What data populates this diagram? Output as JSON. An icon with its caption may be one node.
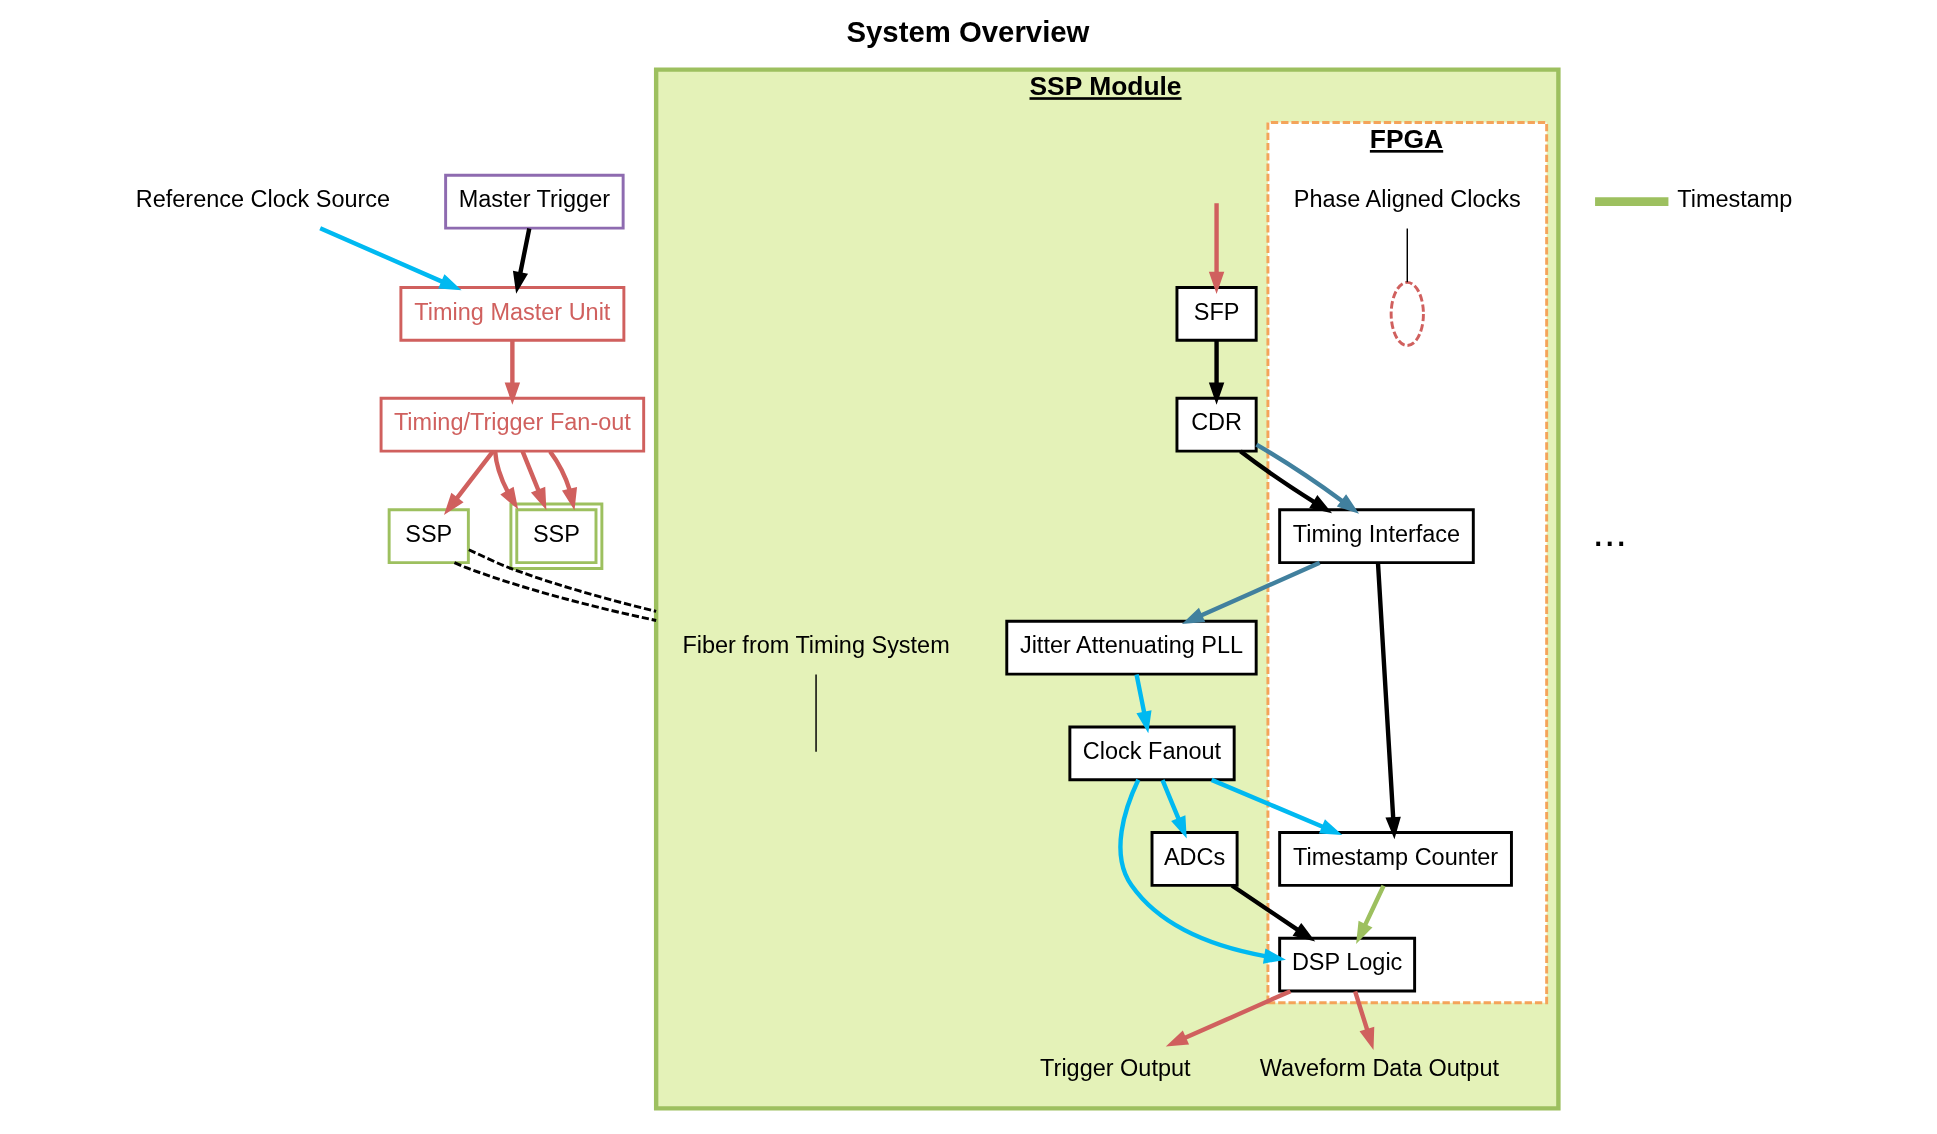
{
  "diagram": {
    "title": "System Overview",
    "nodes": [
      {
        "text": [
          "Reference Clock Source"
        ]
      },
      {
        "text": [
          "Timing Master Unit"
        ]
      },
      {
        "text": [
          "Master Trigger"
        ]
      },
      {
        "text": [
          "Timing/Trigger Fan-out"
        ]
      },
      {
        "text": [
          "SSP"
        ]
      },
      {
        "text": [
          "SSP"
        ]
      },
      {
        "text": [
          "SSP Module"
        ]
      },
      {
        "text": [
          "FPGA"
        ],
        "in": 6
      },
      {
        "text": [
          "Fiber from Timing System"
        ],
        "in": 6
      },
      {
        "text": [
          "SFP"
        ],
        "in": 6
      },
      {
        "text": [
          "CDR"
        ],
        "in": 6
      },
      {
        "text": [
          "Timing Interface"
        ],
        "in": 7
      },
      {
        "text": [
          "Timestamp Counter"
        ],
        "in": 7
      },
      {
        "text": [
          "DSP Logic"
        ],
        "in": 7
      },
      {
        "text": [
          "Jitter Attenuating PLL"
        ],
        "in": 6
      },
      {
        "text": [
          "Clock Fanout"
        ],
        "in": 6
      },
      {
        "text": [
          "ADCs"
        ],
        "in": 6
      },
      {
        "text": [
          "Trigger Output"
        ],
        "in": 6
      },
      {
        "text": [
          "Waveform Data Output"
        ],
        "in": 6
      },
      {
        "text": [
          "Phase Aligned Clocks"
        ],
        "in": 7
      },
      {
        "text": [],
        "shape": "ellipse",
        "in": 7
      }
    ],
    "edges": [
      {
        "from": 0,
        "to": 1,
        "arrow": "to",
        "color": "#00b9f1"
      },
      {
        "from": 2,
        "to": 1,
        "arrow": "to"
      },
      {
        "from": 1,
        "to": 3,
        "arrow": "to",
        "color": "#d0605e"
      },
      {
        "from": 3,
        "to": 4,
        "arrow": "to",
        "color": "#d0605e"
      },
      {
        "from": 3,
        "to": 5,
        "arrow": "to",
        "color": "#d0605e"
      },
      {
        "from": 3,
        "to": 5,
        "arrow": "to",
        "color": "#d0605e"
      },
      {
        "from": 3,
        "to": 5,
        "arrow": "to",
        "color": "#d0605e"
      },
      {
        "from": 4,
        "to": 6,
        "arrow": "none",
        "style": "dashed"
      },
      {
        "from": 4,
        "to": 6,
        "arrow": "none",
        "style": "dashed"
      },
      {
        "from": null,
        "to": 9,
        "arrow": "to",
        "color": "#d0605e"
      },
      {
        "from": 8,
        "to": null,
        "arrow": "none"
      },
      {
        "from": 9,
        "to": 10,
        "arrow": "to"
      },
      {
        "from": 10,
        "to": 11,
        "arrow": "to"
      },
      {
        "from": 10,
        "to": 11,
        "arrow": "to",
        "color": "#41809e"
      },
      {
        "from": 11,
        "to": 12,
        "arrow": "to"
      },
      {
        "from": 11,
        "to": 14,
        "arrow": "to",
        "color": "#41809e"
      },
      {
        "from": 14,
        "to": 15,
        "arrow": "to",
        "color": "#00b9f1"
      },
      {
        "from": 15,
        "to": 13,
        "arrow": "to",
        "color": "#00b9f1"
      },
      {
        "from": 15,
        "to": 12,
        "arrow": "to",
        "color": "#00b9f1"
      },
      {
        "from": 15,
        "to": 16,
        "arrow": "to",
        "color": "#00b9f1"
      },
      {
        "from": 12,
        "to": 13,
        "arrow": "to",
        "color": "#9dc05f"
      },
      {
        "from": 16,
        "to": 13,
        "arrow": "to"
      },
      {
        "from": 13,
        "to": 17,
        "arrow": "to",
        "color": "#d0605e"
      },
      {
        "from": 13,
        "to": 18,
        "arrow": "to",
        "color": "#d0605e"
      },
      {
        "from": 19,
        "to": 20,
        "arrow": "none"
      }
    ],
    "labels": [
      "..."
    ],
    "legend": [
      {
        "text": "Timestamp"
      }
    ]
  }
}
